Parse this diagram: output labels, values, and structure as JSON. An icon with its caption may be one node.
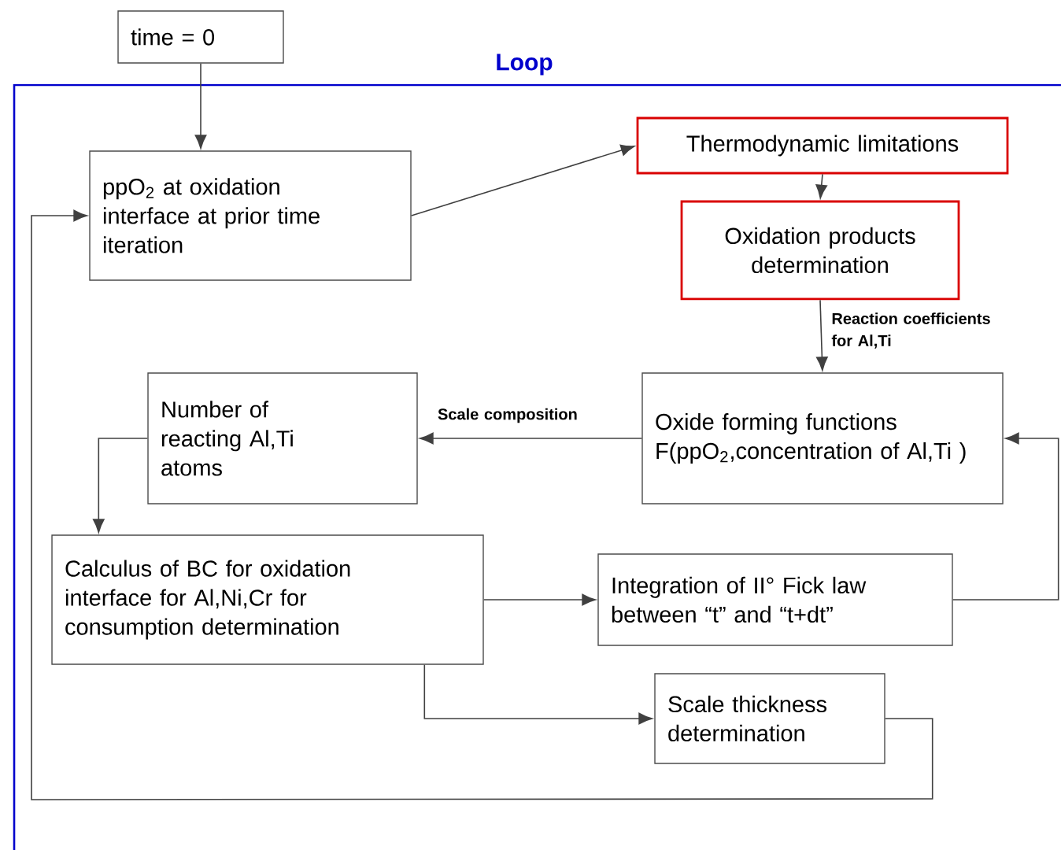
{
  "diagram": {
    "nodes": [
      {
        "text": [
          "time = 0"
        ]
      },
      {
        "text": [
          "ppO$_{2}$ at oxidation interface at prior time iteration"
        ]
      },
      {
        "text": [
          "Thermodynamic limitations"
        ]
      },
      {
        "text": [
          "Oxidation products determination"
        ]
      },
      {
        "text": [
          "Oxide forming functions F(ppO$_{2}$,concentration of Al,Ti )"
        ]
      },
      {
        "text": [
          "Number of reacting Al,Ti atoms"
        ]
      },
      {
        "text": [
          "Calculus of BC for oxidation interface for Al,Ni,Cr for consumption determination"
        ]
      },
      {
        "text": [
          "Integration of II° Fick law between “t” and “t+dt”"
        ]
      },
      {
        "text": [
          "Scale thickness determination"
        ]
      }
    ],
    "edges": [
      {
        "from": 0,
        "to": 1,
        "arrow": "to"
      },
      {
        "from": 1,
        "to": 2,
        "arrow": "to"
      },
      {
        "from": 2,
        "to": 3,
        "arrow": "to"
      },
      {
        "from": 3,
        "to": 4,
        "arrow": "to",
        "label": "Reaction coefficients for Al,Ti"
      },
      {
        "from": 4,
        "to": 5,
        "arrow": "to",
        "label": "Scale composition"
      },
      {
        "from": 5,
        "to": 6,
        "arrow": "to"
      },
      {
        "from": 6,
        "to": 7,
        "arrow": "to"
      },
      {
        "from": 7,
        "to": 4,
        "arrow": "to"
      },
      {
        "from": 6,
        "to": 8,
        "arrow": "to"
      },
      {
        "from": 8,
        "to": 1,
        "arrow": "to"
      }
    ],
    "labels": [
      "Loop"
    ]
  }
}
